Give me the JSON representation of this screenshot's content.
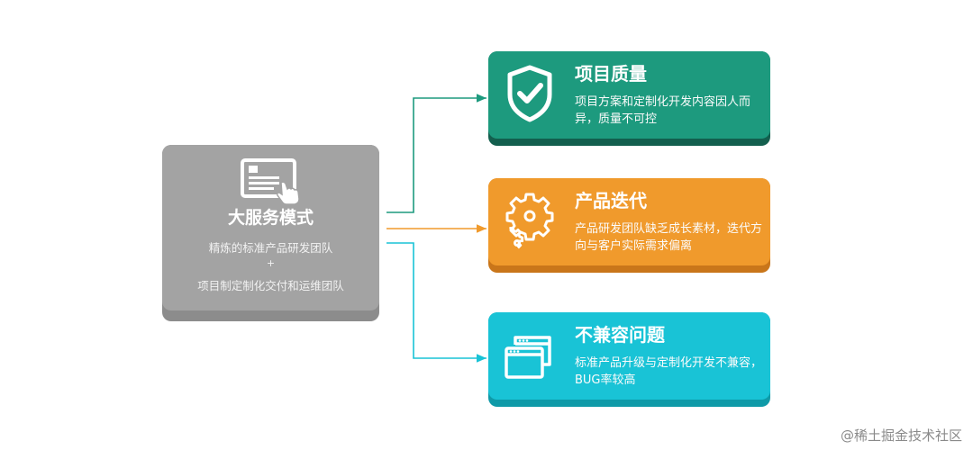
{
  "main": {
    "title": "大服务模式",
    "lines": [
      "精炼的标准产品研发团队",
      "+",
      "项目制定制化交付和运维团队"
    ],
    "icon": "touch-screen-document-icon",
    "color": "#a3a3a3",
    "shadow_color": "#8c8c8c"
  },
  "cards": [
    {
      "title": "项目质量",
      "description": "项目方案和定制化开发内容因人而异，质量不可控",
      "icon": "shield-check-icon",
      "color": "#1d9a7e",
      "shadow_color": "#135f4e"
    },
    {
      "title": "产品迭代",
      "description": "产品研发团队缺乏成长素材，迭代方向与客户实际需求偏离",
      "icon": "gears-icon",
      "color": "#f09a2c",
      "shadow_color": "#c9761a"
    },
    {
      "title": "不兼容问题",
      "description": "标准产品升级与定制化开发不兼容，BUG率较高",
      "icon": "windows-icon",
      "color": "#19c3d6",
      "shadow_color": "#0f9aa8"
    }
  ],
  "connectors": [
    {
      "to": "项目质量",
      "color": "#1d9a7e"
    },
    {
      "to": "产品迭代",
      "color": "#f09a2c"
    },
    {
      "to": "不兼容问题",
      "color": "#19c3d6"
    }
  ],
  "watermark": "@稀土掘金技术社区"
}
